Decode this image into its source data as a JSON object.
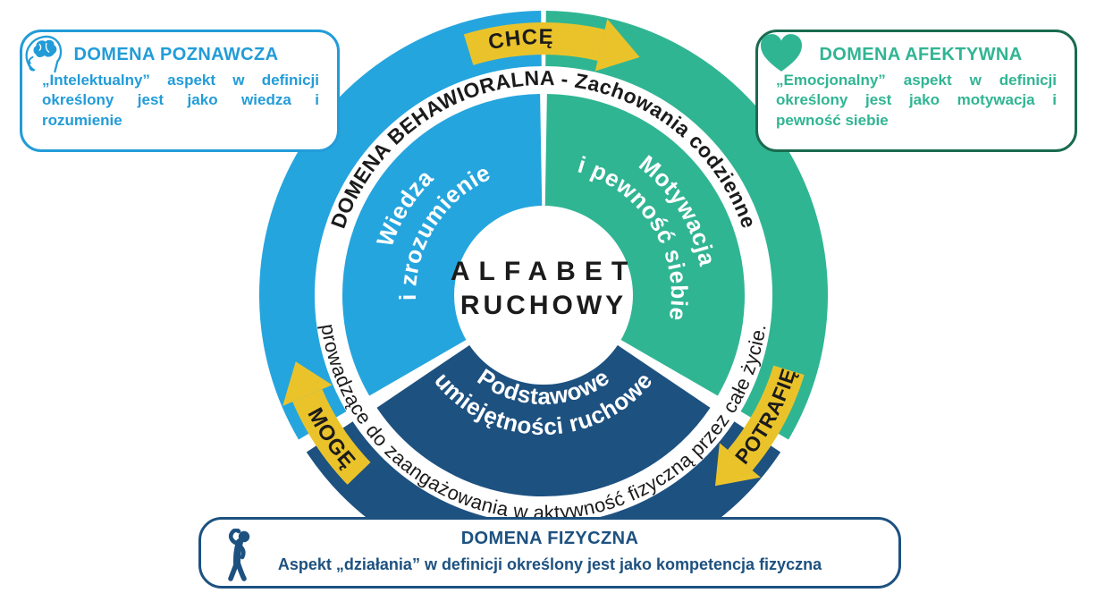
{
  "diagram": {
    "center": {
      "line1": "ALFABET",
      "line2": "RUCHOWY"
    },
    "arc_top_text": "DOMENA BEHAWIORALNA - Zachowania codzienne",
    "arc_bottom_text": "prowadzące do zaangażowania w aktywność fizyczną przez całe życie.",
    "segments": {
      "cognitive": {
        "line1": "Wiedza",
        "line2": "i zrozumienie",
        "color": "#25A5DE"
      },
      "affective": {
        "line1": "Motywacja",
        "line2": "i pewność siebie",
        "color": "#30B593"
      },
      "physical": {
        "line1": "Podstawowe",
        "line2": "umiejętności ruchowe",
        "color": "#1D5180"
      }
    },
    "arrows": {
      "top": {
        "label": "CHCĘ"
      },
      "left": {
        "label": "MOGĘ"
      },
      "right": {
        "label": "POTRAFIĘ"
      },
      "color": "#EAC32B"
    }
  },
  "callouts": {
    "cognitive": {
      "title": "DOMENA POZNAWCZA",
      "body": "„Intelektualny” aspekt w definicji określony jest jako wiedza i rozumienie",
      "icon": "head-brain-icon",
      "accent": "#229CD8"
    },
    "affective": {
      "title": "DOMENA AFEKTYWNA",
      "body": "„Emocjonalny” aspekt w definicji określony jest jako motywacja i pewność siebie",
      "icon": "heart-icon",
      "accent": "#30B593",
      "border": "#1A6B4F"
    },
    "physical": {
      "title": "DOMENA FIZYCZNA",
      "body": "Aspekt „działania” w definicji określony jest jako kompetencja fizyczna",
      "icon": "person-icon",
      "accent": "#1D5180"
    }
  }
}
